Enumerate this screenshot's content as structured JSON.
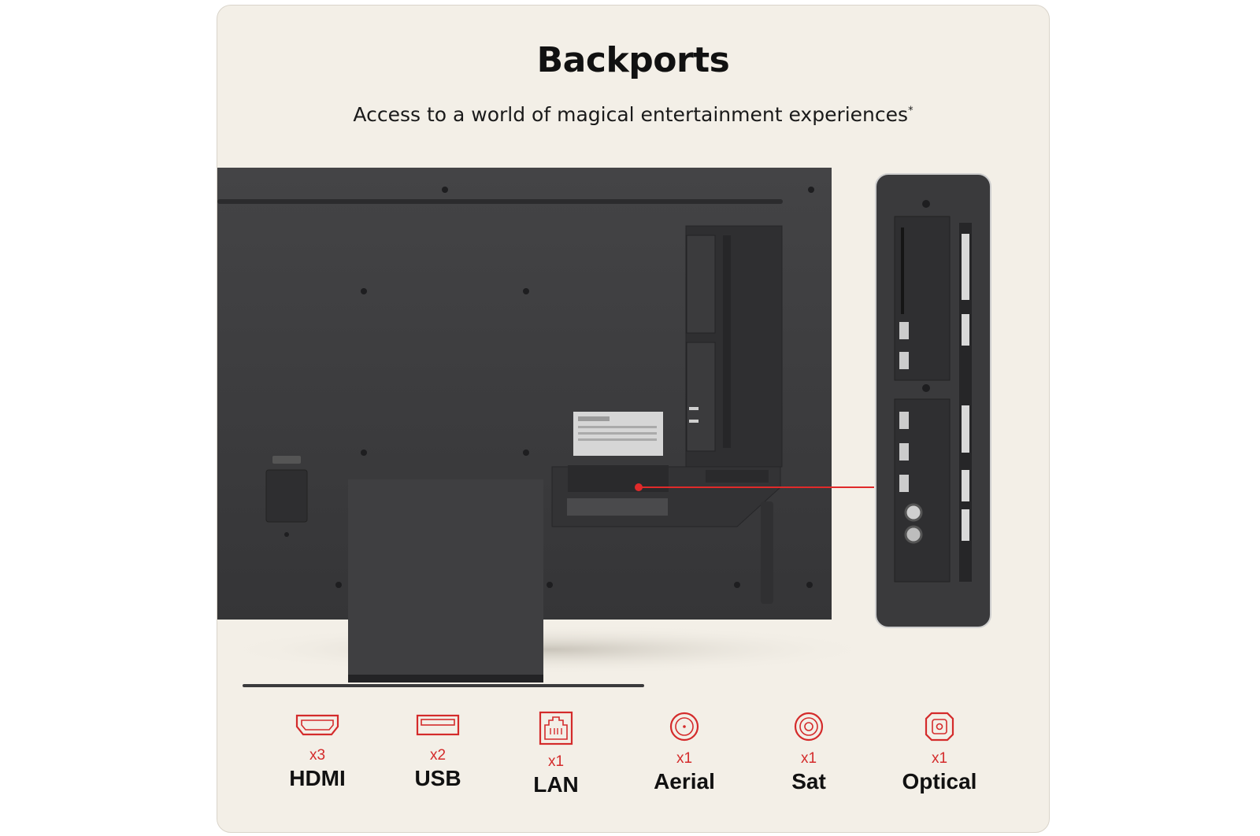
{
  "header": {
    "title": "Backports",
    "subtitle": "Access to a world of magical entertainment experiences",
    "subtitle_mark": "*"
  },
  "colors": {
    "background": "#f3efe7",
    "tv_body": "#3a3a3c",
    "accent_red": "#d42b2b",
    "text": "#111111"
  },
  "ports": [
    {
      "icon": "hdmi-icon",
      "count": "x3",
      "name": "HDMI"
    },
    {
      "icon": "usb-icon",
      "count": "x2",
      "name": "USB"
    },
    {
      "icon": "lan-icon",
      "count": "x1",
      "name": "LAN"
    },
    {
      "icon": "aerial-icon",
      "count": "x1",
      "name": "Aerial"
    },
    {
      "icon": "sat-icon",
      "count": "x1",
      "name": "Sat"
    },
    {
      "icon": "optical-icon",
      "count": "x1",
      "name": "Optical"
    }
  ]
}
